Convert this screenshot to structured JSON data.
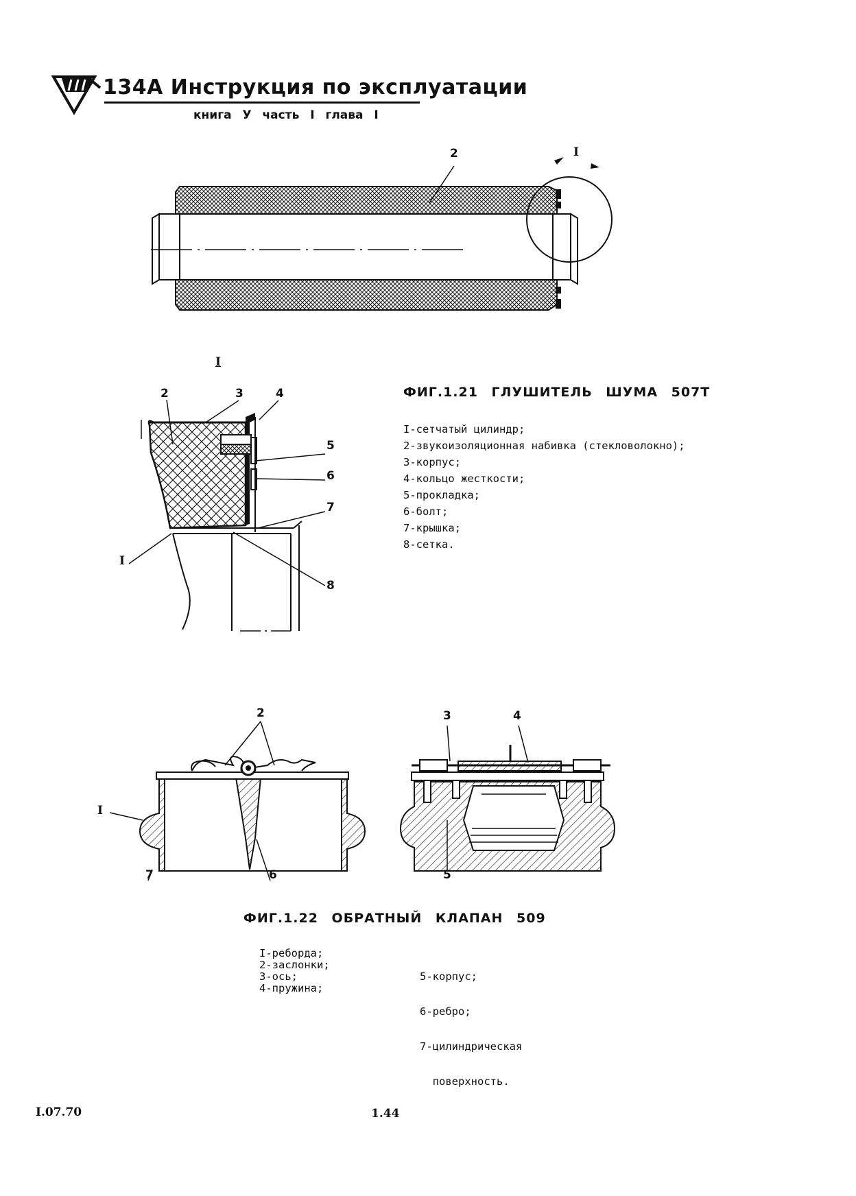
{
  "header": {
    "title": "134А Инструкция по эксплуатации",
    "subtitle": "книга У часть I глава I"
  },
  "fig121": {
    "title": "ФИГ.1.21 ГЛУШИТЕЛЬ ШУМА 507Т",
    "detail_label": "I",
    "callouts": [
      "2",
      "I",
      "2",
      "3",
      "4",
      "5",
      "6",
      "7",
      "I",
      "8"
    ],
    "legend": [
      "I-сетчатый цилиндр;",
      "2-звукоизоляционная набивка (стекловолокно);",
      "3-корпус;",
      "4-кольцо жесткости;",
      "5-прокладка;",
      "6-болт;",
      "7-крышка;",
      "8-сетка."
    ]
  },
  "fig122": {
    "title": "ФИГ.1.22 ОБРАТНЫЙ КЛАПАН 509",
    "callouts": [
      "2",
      "I",
      "7",
      "6",
      "3",
      "4",
      "5"
    ],
    "legend_left": [
      "I-реборда;",
      "2-заслонки;",
      "3-ось;",
      "4-пружина;"
    ],
    "legend_right": [
      "5-корпус;",
      "6-ребро;",
      "7-цилиндрическая",
      "  поверхность."
    ]
  },
  "footer": {
    "date": "I.07.70",
    "page": "1.44"
  }
}
